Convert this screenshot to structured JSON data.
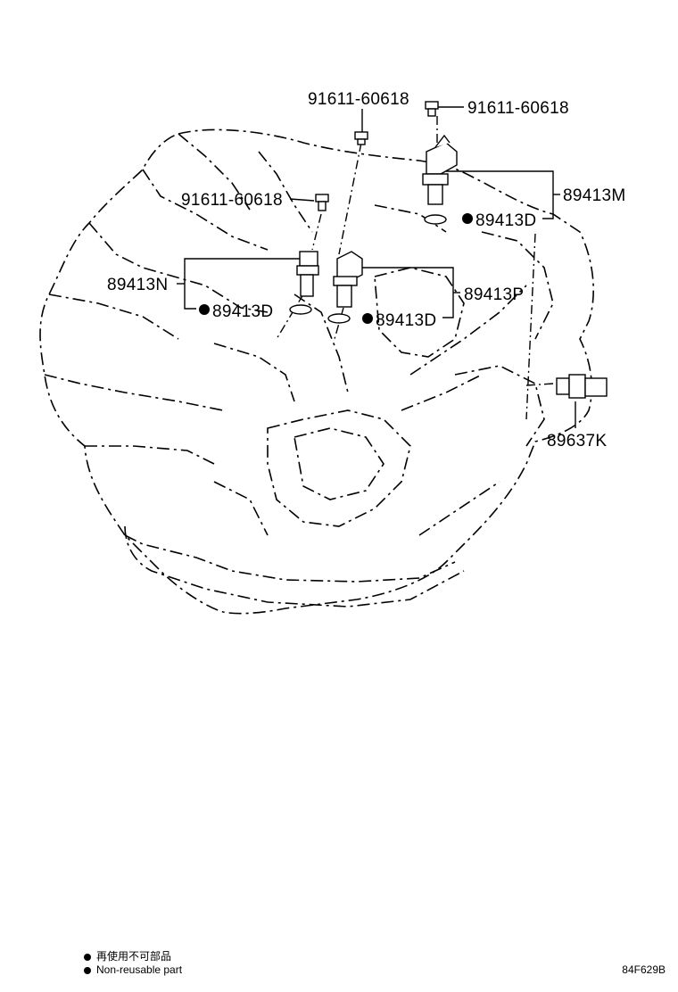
{
  "labels": {
    "bolt_top_center": "91611-60618",
    "bolt_top_right": "91611-60618",
    "bolt_left": "91611-60618",
    "sensor_m": "89413M",
    "sensor_n": "89413N",
    "sensor_p": "89413P",
    "oring_m": "89413D",
    "oring_n": "89413D",
    "oring_p": "89413D",
    "temp_sensor": "89637K"
  },
  "legend": {
    "japanese": "再使用不可部品",
    "english": "Non-reusable part"
  },
  "figure_code": "84F629B"
}
